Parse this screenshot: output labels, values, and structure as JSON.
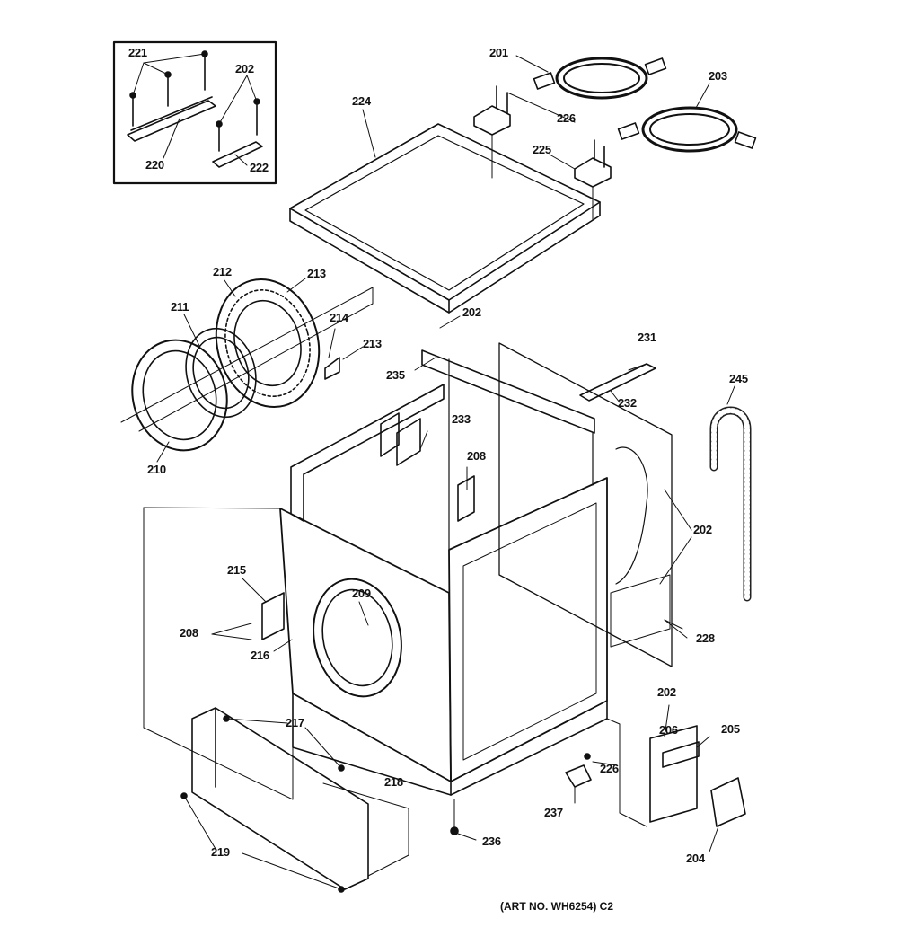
{
  "diagram": {
    "art_number": "(ART NO. WH6254) C2",
    "callouts": {
      "c201": "201",
      "c202_inset": "202",
      "c203": "203",
      "c220": "220",
      "c221": "221",
      "c222": "222",
      "c224": "224",
      "c226_top": "226",
      "c225": "225",
      "c212": "212",
      "c213_top": "213",
      "c211": "211",
      "c214": "214",
      "c213_right": "213",
      "c210": "210",
      "c202_top": "202",
      "c235": "235",
      "c231": "231",
      "c232": "232",
      "c245": "245",
      "c233": "233",
      "c208_mid": "208",
      "c202_right": "202",
      "c215": "215",
      "c209": "209",
      "c208_left": "208",
      "c216": "216",
      "c228": "228",
      "c217": "217",
      "c202_bottom": "202",
      "c206": "206",
      "c205": "205",
      "c226_bottom": "226",
      "c218": "218",
      "c237": "237",
      "c219": "219",
      "c236": "236",
      "c204": "204"
    }
  }
}
